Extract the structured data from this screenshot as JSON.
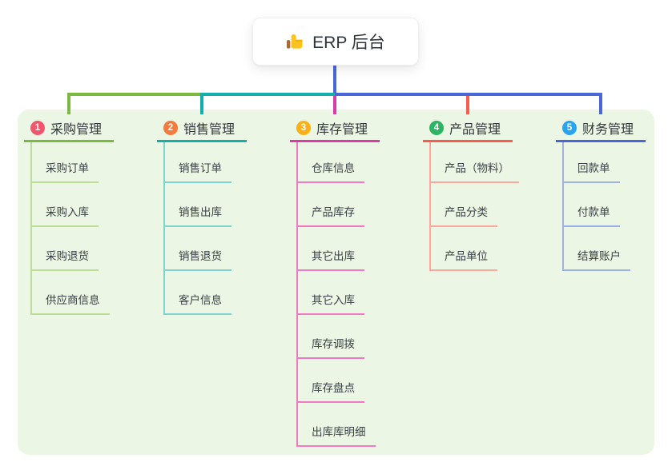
{
  "root": {
    "label": "ERP 后台",
    "icon": "thumbs-up-icon"
  },
  "canvas": {
    "background": "#FFFFFF",
    "panel_background": "#EBF7E4"
  },
  "connector": {
    "root_color": "#4A67D9"
  },
  "branches": [
    {
      "index": "1",
      "title": "采购管理",
      "badge_color": "#F1566D",
      "line_color": "#7CBA3F",
      "child_line_color": "#BCDD96",
      "children": [
        "采购订单",
        "采购入库",
        "采购退货",
        "供应商信息"
      ]
    },
    {
      "index": "2",
      "title": "销售管理",
      "badge_color": "#F57A3D",
      "line_color": "#13AFAA",
      "child_line_color": "#7ED5CF",
      "children": [
        "销售订单",
        "销售出库",
        "销售退货",
        "客户信息"
      ]
    },
    {
      "index": "3",
      "title": "库存管理",
      "badge_color": "#FBB018",
      "line_color": "#D83CA6",
      "child_line_color": "#EF7AC2",
      "children": [
        "仓库信息",
        "产品库存",
        "其它出库",
        "其它入库",
        "库存调拨",
        "库存盘点",
        "出库库明细"
      ]
    },
    {
      "index": "4",
      "title": "产品管理",
      "badge_color": "#2EB563",
      "line_color": "#F75C4E",
      "child_line_color": "#FBA99F",
      "children": [
        "产品（物料）",
        "产品分类",
        "产品单位"
      ]
    },
    {
      "index": "5",
      "title": "财务管理",
      "badge_color": "#29A4F0",
      "line_color": "#4A67D9",
      "child_line_color": "#9FB0EA",
      "children": [
        "回款单",
        "付款单",
        "结算账户"
      ]
    }
  ]
}
